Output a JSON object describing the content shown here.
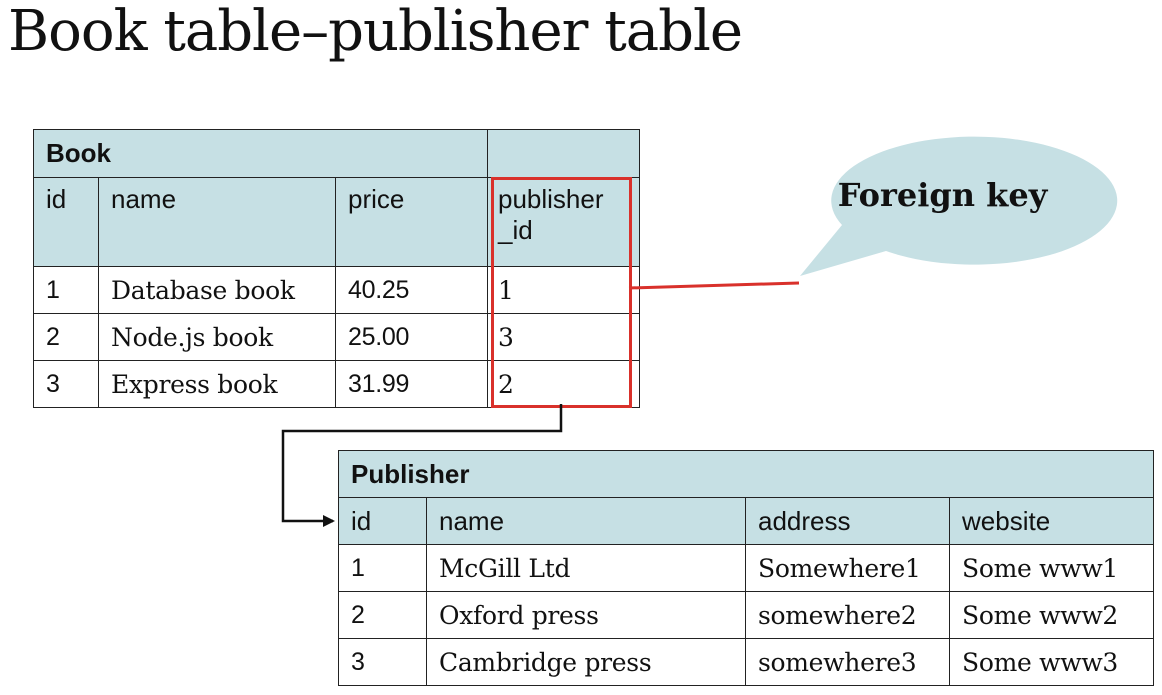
{
  "title": "Book table–publisher table",
  "book_table": {
    "caption": "Book",
    "headers": [
      "id",
      "name",
      "price",
      "publisher_id"
    ],
    "header_fk_line1": "publisher",
    "header_fk_line2": "_id",
    "rows": [
      [
        "1",
        "Database book",
        "40.25",
        "1"
      ],
      [
        "2",
        "Node.js book",
        "25.00",
        "3"
      ],
      [
        "3",
        "Express book",
        "31.99",
        "2"
      ]
    ]
  },
  "publisher_table": {
    "caption": "Publisher",
    "headers": [
      "id",
      "name",
      "address",
      "website"
    ],
    "rows": [
      [
        "1",
        "McGill Ltd",
        "Somewhere1",
        "Some www1"
      ],
      [
        "2",
        "Oxford press",
        "somewhere2",
        "Some www2"
      ],
      [
        "3",
        "Cambridge press",
        "somewhere3",
        "Some www3"
      ]
    ]
  },
  "callout": {
    "text": "Foreign key"
  },
  "colors": {
    "header_fill": "#c6e0e4",
    "highlight": "#d9312b",
    "callout_fill": "#c6e0e4",
    "arrow": "#111111"
  }
}
